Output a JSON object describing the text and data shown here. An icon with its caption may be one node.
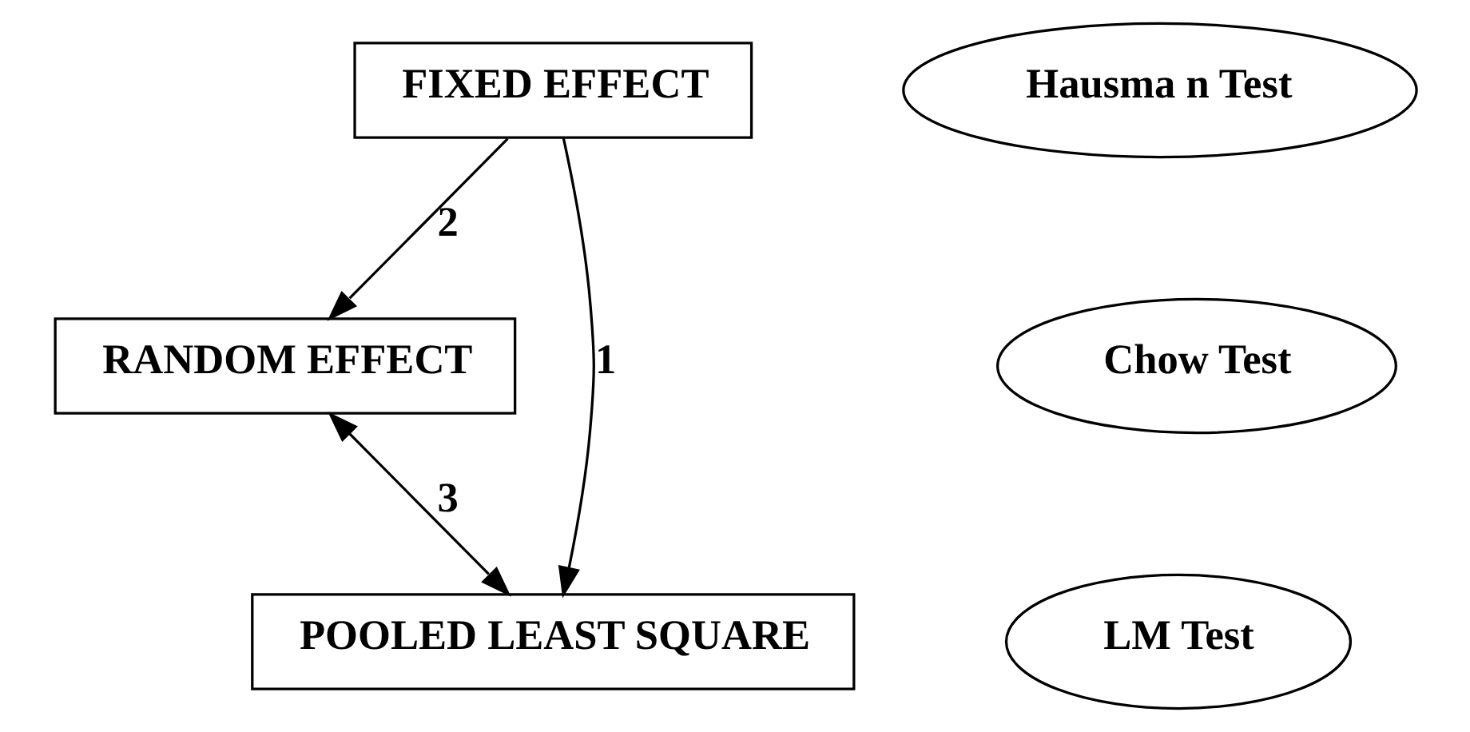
{
  "diagram": {
    "nodes": [
      {
        "text": [
          "FIXED EFFECT"
        ]
      },
      {
        "text": [
          "Hausma n Test"
        ]
      },
      {
        "text": [
          "RANDOM EFFECT"
        ]
      },
      {
        "text": [
          "Chow Test"
        ]
      },
      {
        "text": [
          "POOLED LEAST SQUARE"
        ]
      },
      {
        "text": [
          "LM Test"
        ]
      }
    ],
    "edges": [
      {
        "from": 0,
        "to": 4,
        "arrow": "to",
        "label": "1"
      },
      {
        "from": 0,
        "to": 2,
        "arrow": "to",
        "label": "2"
      },
      {
        "from": 2,
        "to": 4,
        "arrow": "both",
        "label": "3"
      }
    ]
  }
}
